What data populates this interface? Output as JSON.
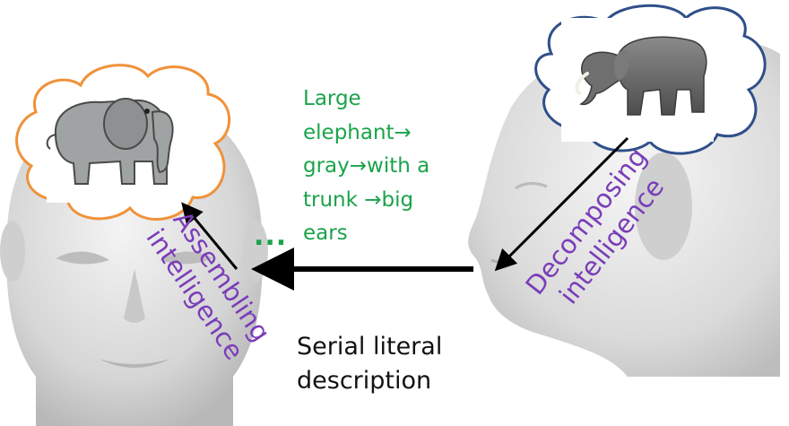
{
  "thought_text": [
    "Large",
    "elephant→",
    "gray→with a",
    "trunk →big",
    "ears"
  ],
  "ellipsis": "...",
  "caption": [
    "Serial literal",
    "description"
  ],
  "left_label": [
    "Assembling",
    "intelligence"
  ],
  "right_label": [
    "Decomposing",
    "intelligence"
  ],
  "colors": {
    "green": "#1aa34a",
    "purple": "#7a3db8",
    "orange_cloud": "#f0923a",
    "blue_cloud": "#2f4f8a",
    "head": "#d9d9d9"
  },
  "icons": {
    "left_head": "human-head-front",
    "right_head": "human-head-profile",
    "left_thought": "cartoon-elephant-icon",
    "right_thought": "real-elephant-icon"
  }
}
